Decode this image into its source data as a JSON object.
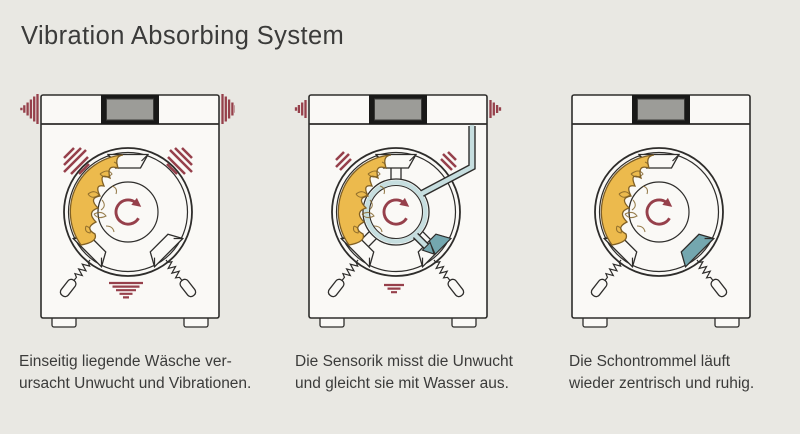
{
  "title": "Vibration Absorbing System",
  "colors": {
    "bg": "#e9e8e3",
    "machine": "#faf9f6",
    "outline": "#2e2d2b",
    "display": "#9c9c98",
    "display-frame": "#191918",
    "laundry": "#ecba4d",
    "laundry-line": "#806025",
    "maroon": "#96404b",
    "pipe": "#c6dedf",
    "water": "#74a7af",
    "text": "#3b3b3a"
  },
  "figures": [
    {
      "name": "unbalance",
      "caption_line1": "Einseitig liegende Wäsche ver-",
      "caption_line2": "ursacht Unwucht und Vibrationen.",
      "elements": [
        "washing-machine",
        "unbalanced-laundry",
        "rotation-arrow-icon",
        "vibration-marks",
        "shock-absorbers"
      ]
    },
    {
      "name": "sensing",
      "caption_line1": "Die Sensorik misst die Unwucht",
      "caption_line2": "und gleicht sie mit Wasser aus.",
      "elements": [
        "washing-machine",
        "unbalanced-laundry",
        "rotation-arrow-icon",
        "sensor-ring",
        "water-pipe",
        "water-counterweight",
        "shock-absorbers"
      ]
    },
    {
      "name": "balanced",
      "caption_line1": "Die Schontrommel läuft",
      "caption_line2": "wieder zentrisch und ruhig.",
      "elements": [
        "washing-machine",
        "laundry",
        "rotation-arrow-icon",
        "water-counterweight",
        "shock-absorbers"
      ]
    }
  ]
}
